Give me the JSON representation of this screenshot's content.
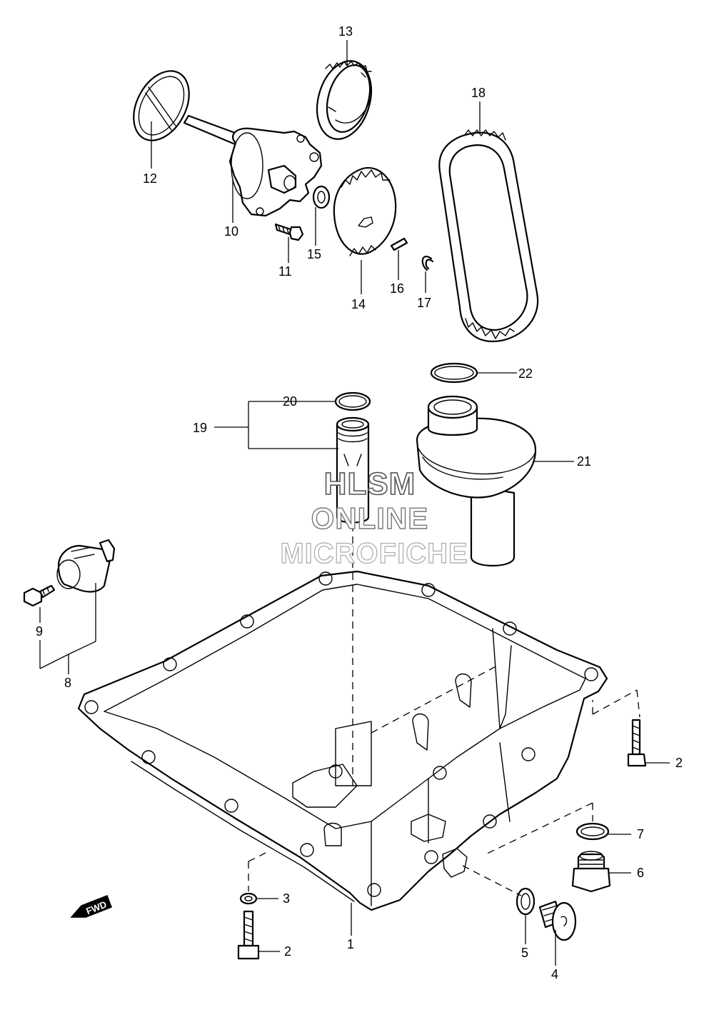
{
  "watermark": {
    "line1": "HLSM",
    "line2": "ONLINE",
    "line3": "MICROFICHE"
  },
  "direction_badge": {
    "label": "FWD"
  },
  "callouts": {
    "c1": "1",
    "c2a": "2",
    "c2b": "2",
    "c3": "3",
    "c4": "4",
    "c5": "5",
    "c6": "6",
    "c7": "7",
    "c8": "8",
    "c9": "9",
    "c10": "10",
    "c11": "11",
    "c12": "12",
    "c13": "13",
    "c14": "14",
    "c15": "15",
    "c16": "16",
    "c17": "17",
    "c18": "18",
    "c19": "19",
    "c20": "20",
    "c21": "21",
    "c22": "22"
  }
}
